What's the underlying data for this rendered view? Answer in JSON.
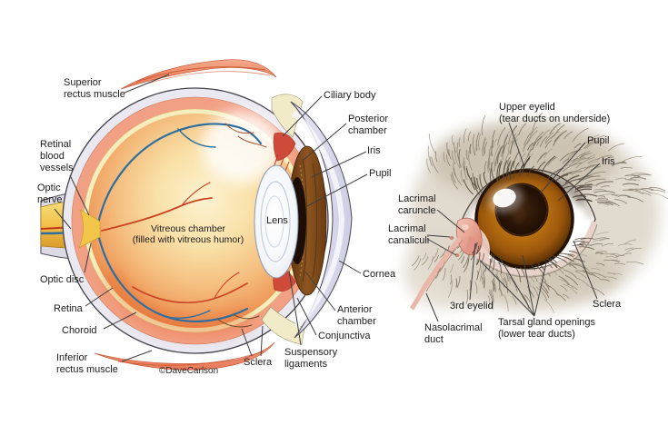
{
  "figure_title": "Eye anatomy diagram: sagittal cross-section of eyeball and external view of eye",
  "credit": "©DaveCarlson",
  "cross_section": {
    "labels": {
      "superior_rectus_muscle": "Superior\nrectus muscle",
      "retinal_blood_vessels": "Retinal\nblood\nvessels",
      "optic_nerve": "Optic\nnerve",
      "optic_disc": "Optic disc",
      "retina": "Retina",
      "choroid": "Choroid",
      "inferior_rectus_muscle": "Inferior\nrectus muscle",
      "ciliary_body": "Ciliary body",
      "posterior_chamber": "Posterior\nchamber",
      "iris": "Iris",
      "pupil": "Pupil",
      "lens": "Lens",
      "cornea": "Cornea",
      "anterior_chamber": "Anterior\nchamber",
      "conjunctiva": "Conjunctiva",
      "suspensory_ligaments": "Suspensory\nligaments",
      "sclera": "Sclera",
      "vitreous_chamber": "Vitreous chamber\n(filled with vitreous humor)"
    }
  },
  "external_view": {
    "labels": {
      "upper_eyelid": "Upper eyelid\n(tear ducts on underside)",
      "pupil": "Pupil",
      "iris": "Iris",
      "lacrimal_caruncle": "Lacrimal\ncaruncle",
      "lacrimal_canaliculi": "Lacrimal\ncanaliculi",
      "third_eyelid": "3rd eyelid",
      "nasolacrimal_duct": "Nasolacrimal\nduct",
      "tarsal_gland_openings": "Tarsal gland openings\n(lower tear ducts)",
      "sclera": "Sclera"
    }
  },
  "colors": {
    "vitreous_orange": "#ee9356",
    "choroid_pink": "#f2a083",
    "retina_yellow": "#f6eebc",
    "sclera_gray": "#eae8f0",
    "optic_nerve_yellow": "#f3c24a",
    "muscle_salmon": "#ef9474",
    "vessel_blue": "#2f6f9f",
    "vessel_red": "#cc4422",
    "iris_amber": "#b26c12",
    "pupil_brown": "#2a1507",
    "caruncle_pink": "#e8a090",
    "fur_tan": "#d8d0c2",
    "leader_line": "#3f3f3f"
  }
}
